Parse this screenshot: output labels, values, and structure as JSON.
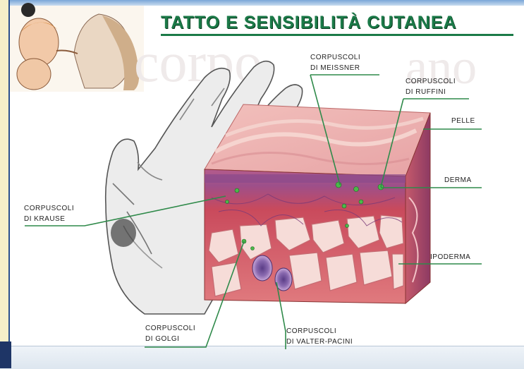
{
  "title": "TATTO E SENSIBILITÀ CUTANEA",
  "labels": {
    "meissner": [
      "CORPUSCOLI",
      "DI MEISSNER"
    ],
    "ruffini": [
      "CORPUSCOLI",
      "DI RUFFINI"
    ],
    "pelle": "PELLE",
    "derma": "DERMA",
    "ipoderma": "IPODERMA",
    "krause": [
      "CORPUSCOLI",
      "DI KRAUSE"
    ],
    "golgi": [
      "CORPUSCOLI",
      "DI GOLGI"
    ],
    "pacini": [
      "CORPUSCOLI",
      "DI VALTER-PACINI"
    ]
  },
  "colors": {
    "title": "#1b7a48",
    "leader": "#2f8a4a",
    "epidermis": "#e9a7a6",
    "dermis": "#d9576a",
    "hypodermis": "#f3d2cf",
    "nerve": "#4bb84a"
  }
}
